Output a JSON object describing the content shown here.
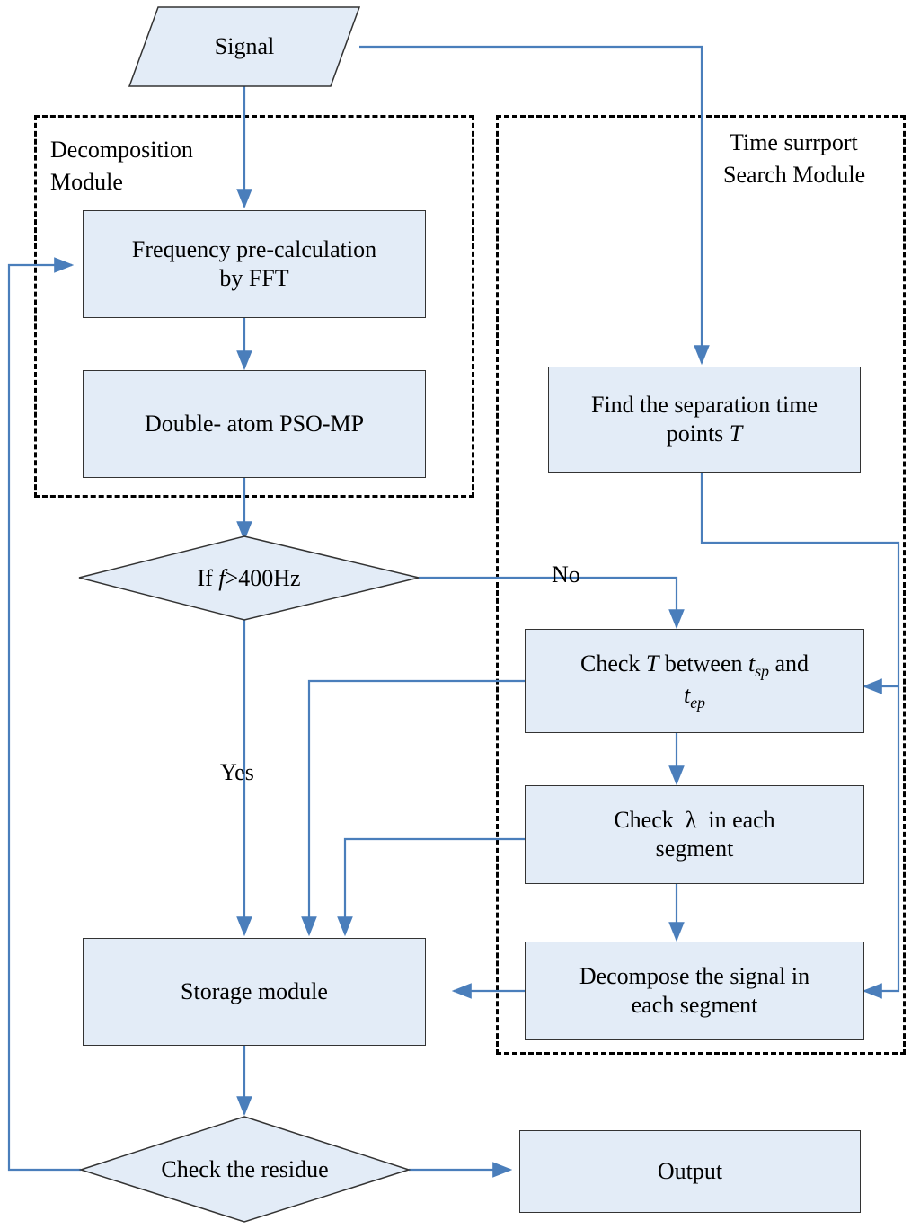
{
  "diagram": {
    "title_label": "Signal",
    "modules": [
      {
        "id": "decomposition",
        "label_line1": "Decomposition",
        "label_line2": "Module"
      },
      {
        "id": "time-support",
        "label_line1": "Time surrport",
        "label_line2": "Search Module"
      }
    ],
    "nodes": [
      {
        "id": "signal",
        "shape": "parallelogram",
        "label": "Signal"
      },
      {
        "id": "fft",
        "shape": "rect",
        "label_line1": "Frequency pre-calculation",
        "label_line2": "by FFT"
      },
      {
        "id": "psomp",
        "shape": "rect",
        "label": "Double- atom PSO-MP"
      },
      {
        "id": "findT",
        "shape": "rect",
        "label_line1": "Find the separation time",
        "label_line2": "points T"
      },
      {
        "id": "if400",
        "shape": "diamond",
        "label": "If f>400Hz"
      },
      {
        "id": "checkT",
        "shape": "rect",
        "label_line1": "Check T between tsp and",
        "label_line2": "tep"
      },
      {
        "id": "checkLambda",
        "shape": "rect",
        "label_line1": "Check  λ  in each",
        "label_line2": "segment"
      },
      {
        "id": "decompose",
        "shape": "rect",
        "label_line1": "Decompose the signal in",
        "label_line2": "each segment"
      },
      {
        "id": "storage",
        "shape": "rect",
        "label": "Storage module"
      },
      {
        "id": "residue",
        "shape": "diamond",
        "label": "Check the residue"
      },
      {
        "id": "output",
        "shape": "rect",
        "label": "Output"
      }
    ],
    "edge_labels": [
      {
        "id": "no",
        "text": "No"
      },
      {
        "id": "yes",
        "text": "Yes"
      }
    ],
    "colors": {
      "box_fill": "#e3ecf7",
      "box_stroke": "#333333",
      "edge_stroke": "#4a7ebb",
      "module_border": "#000000"
    }
  }
}
